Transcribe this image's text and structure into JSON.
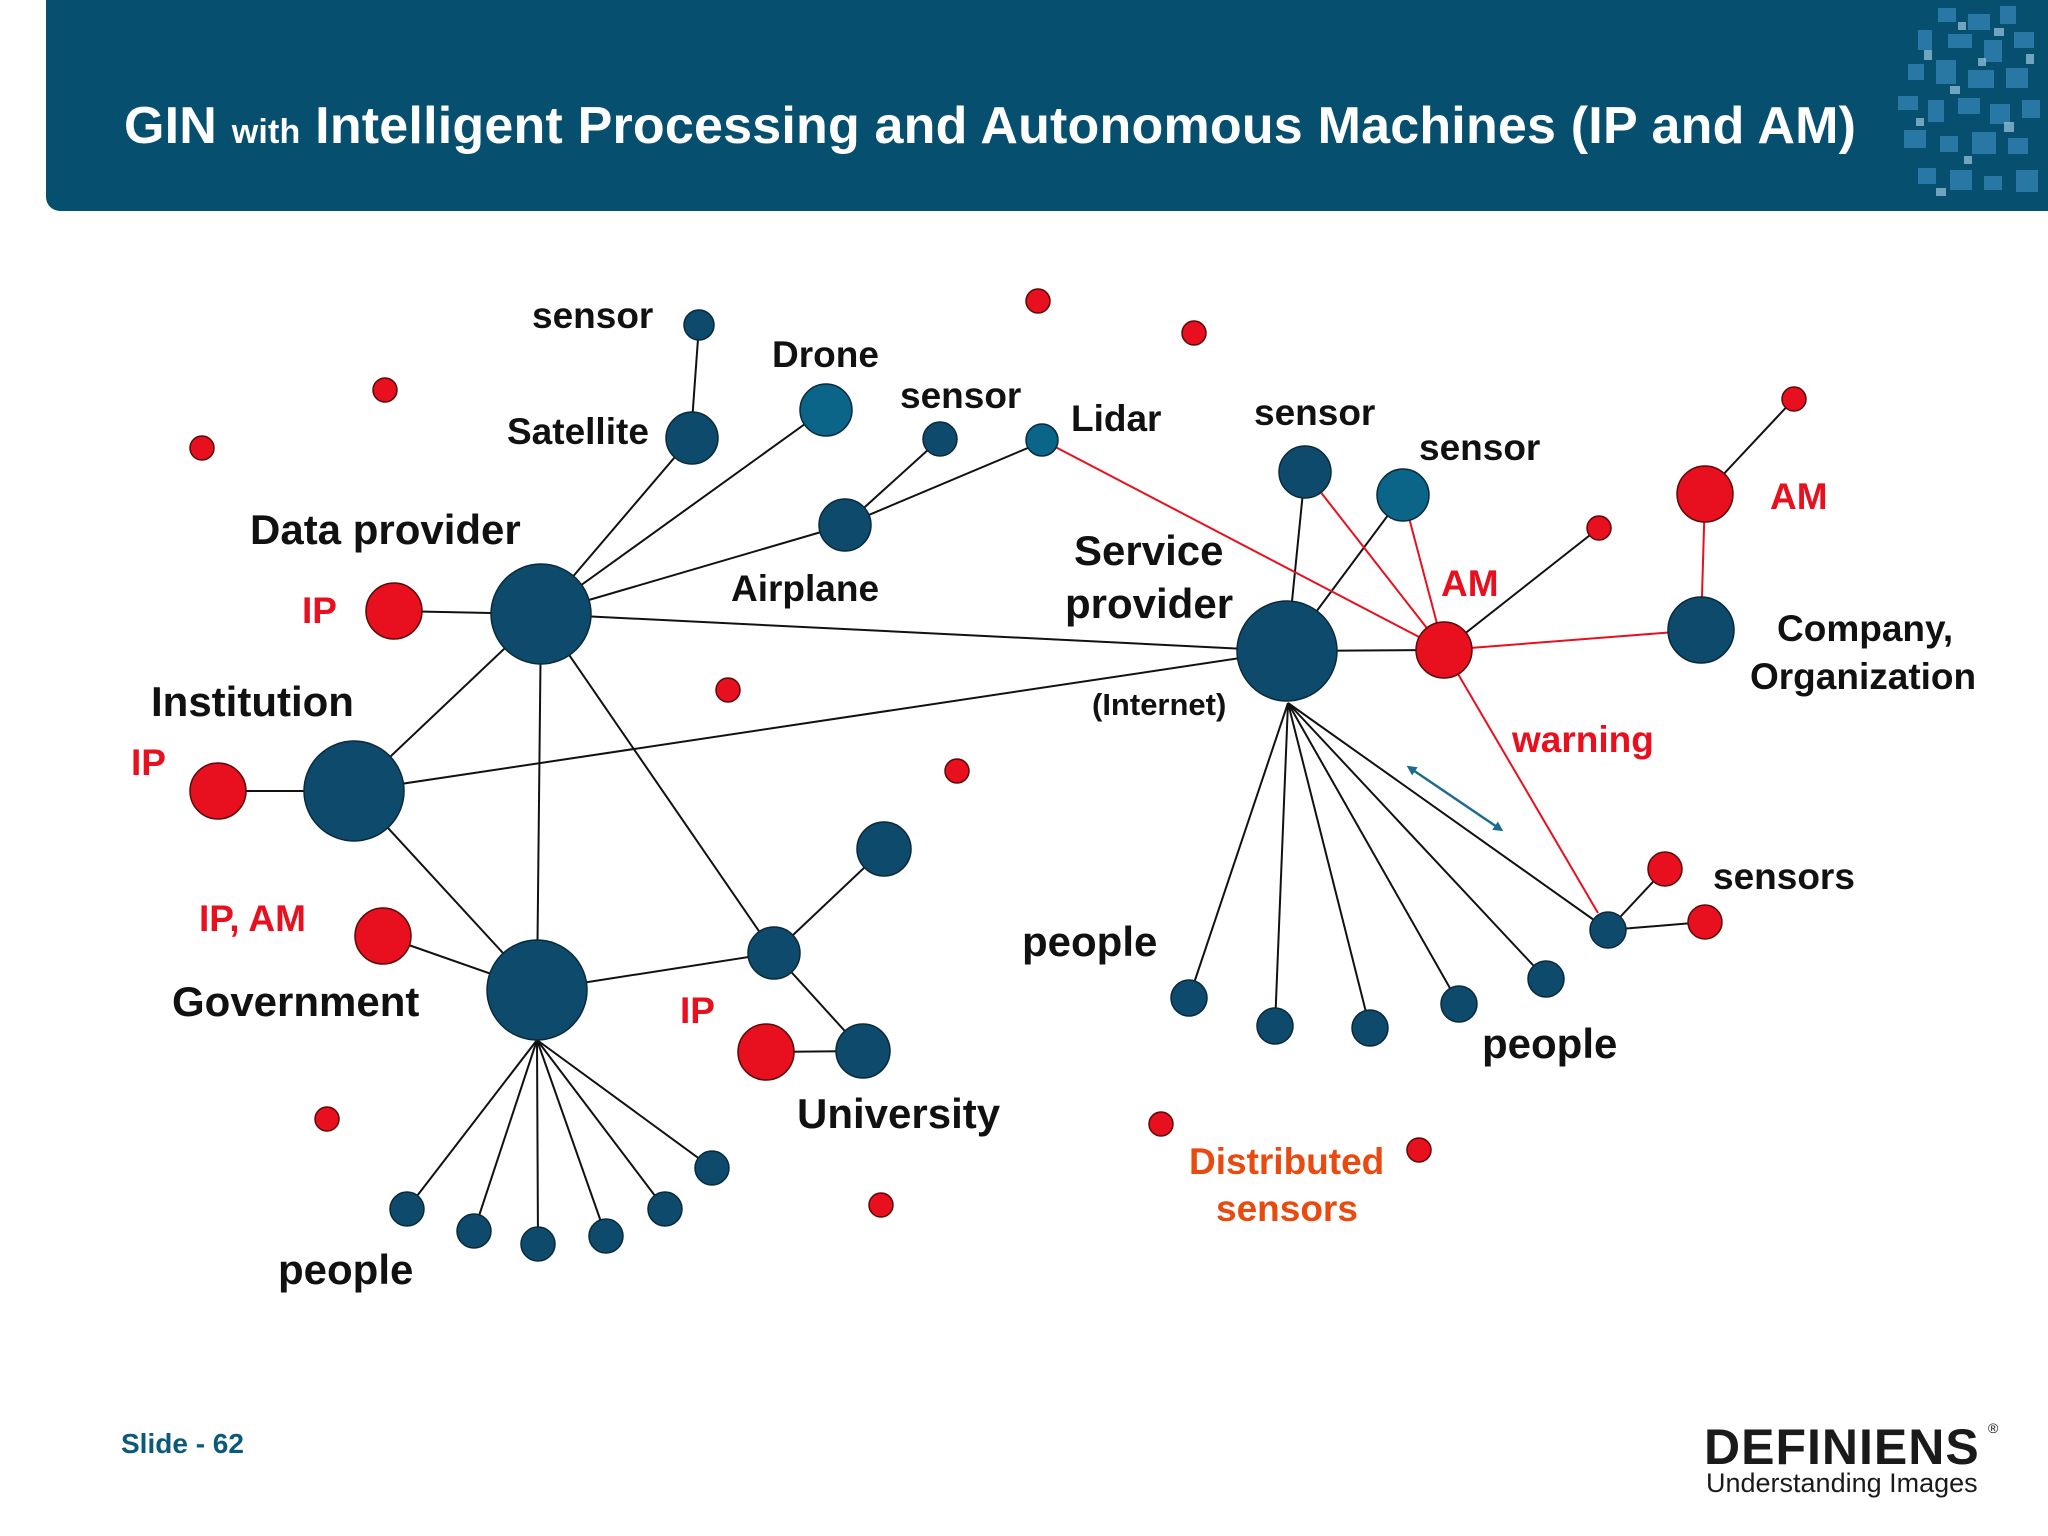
{
  "header": {
    "title_big": "GIN",
    "title_small": "with",
    "title_rest": "Intelligent Processing and Autonomous Machines (IP and AM)"
  },
  "labels": {
    "sensor_satellite": "sensor",
    "drone": "Drone",
    "sensor_airplane": "sensor",
    "lidar": "Lidar",
    "sensor_sp1": "sensor",
    "sensor_sp2": "sensor",
    "satellite": "Satellite",
    "data_provider": "Data provider",
    "ip_data_provider": "IP",
    "airplane": "Airplane",
    "service": "Service",
    "provider": "provider",
    "internet": "(Internet)",
    "am_hub": "AM",
    "am_company": "AM",
    "company": "Company,",
    "organization": "Organization",
    "institution": "Institution",
    "ip_institution": "IP",
    "warning": "warning",
    "sensors": "sensors",
    "ip_am_gov": "IP, AM",
    "government": "Government",
    "people_center": "people",
    "ip_university": "IP",
    "people_right": "people",
    "university": "University",
    "distributed": "Distributed",
    "distributed_sensors": "sensors",
    "people_gov": "people"
  },
  "footer": {
    "slide_number": "Slide - 62",
    "logo_word": "DEFINIENS",
    "logo_tagline": "Understanding Images",
    "logo_registered": "®"
  },
  "colors": {
    "header_bg": "#064f6e",
    "node_dark": "#0d4a6b",
    "node_teal": "#0b6588",
    "node_red": "#e8101e",
    "label_red": "#e8101e",
    "label_orange": "#e84a10",
    "line_dark": "#111111",
    "line_red": "#e8101e",
    "arrow": "#1a6c8c"
  }
}
